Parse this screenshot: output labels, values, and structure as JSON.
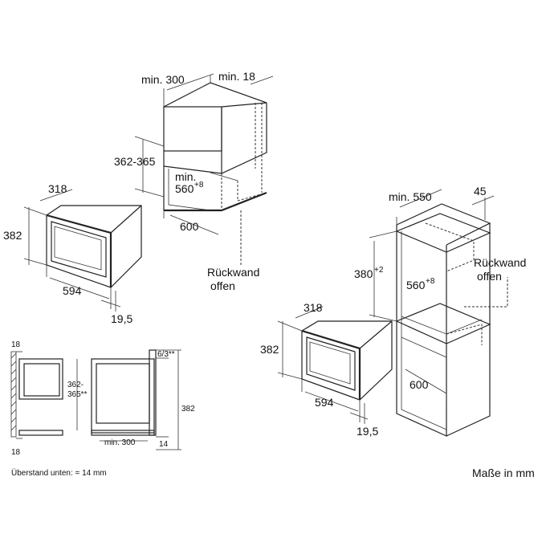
{
  "diagram": {
    "top_view": {
      "min_300": "min. 300",
      "min_18": "min. 18",
      "height_range": "362-365",
      "min_560_base": "min.",
      "min_560_val": "560",
      "min_560_sup": "+8",
      "width_600": "600",
      "rueckwand_1": "Rückwand",
      "rueckwand_2": "offen"
    },
    "left_appliance": {
      "depth_318": "318",
      "height_382": "382",
      "width_594": "594",
      "front_19_5": "19,5"
    },
    "right_view": {
      "min_550": "min. 550",
      "dim_45": "45",
      "dim_380_base": "380",
      "dim_380_sup": "+2",
      "dim_560_base": "560",
      "dim_560_sup": "+8",
      "rueckwand_1": "Rückwand",
      "rueckwand_2": "offen",
      "depth_600": "600",
      "depth_318": "318",
      "height_382": "382",
      "width_594": "594",
      "front_19_5": "19,5"
    },
    "section_view": {
      "top_18": "18",
      "bottom_18": "18",
      "range_1": "362-",
      "range_2": "365**",
      "min_300": "min. 300",
      "dim_6_3": "6/3**",
      "dim_382": "382",
      "dim_14": "14",
      "overhang_note": "Überstand unten: = 14 mm"
    },
    "units_note": "Maße in mm"
  }
}
